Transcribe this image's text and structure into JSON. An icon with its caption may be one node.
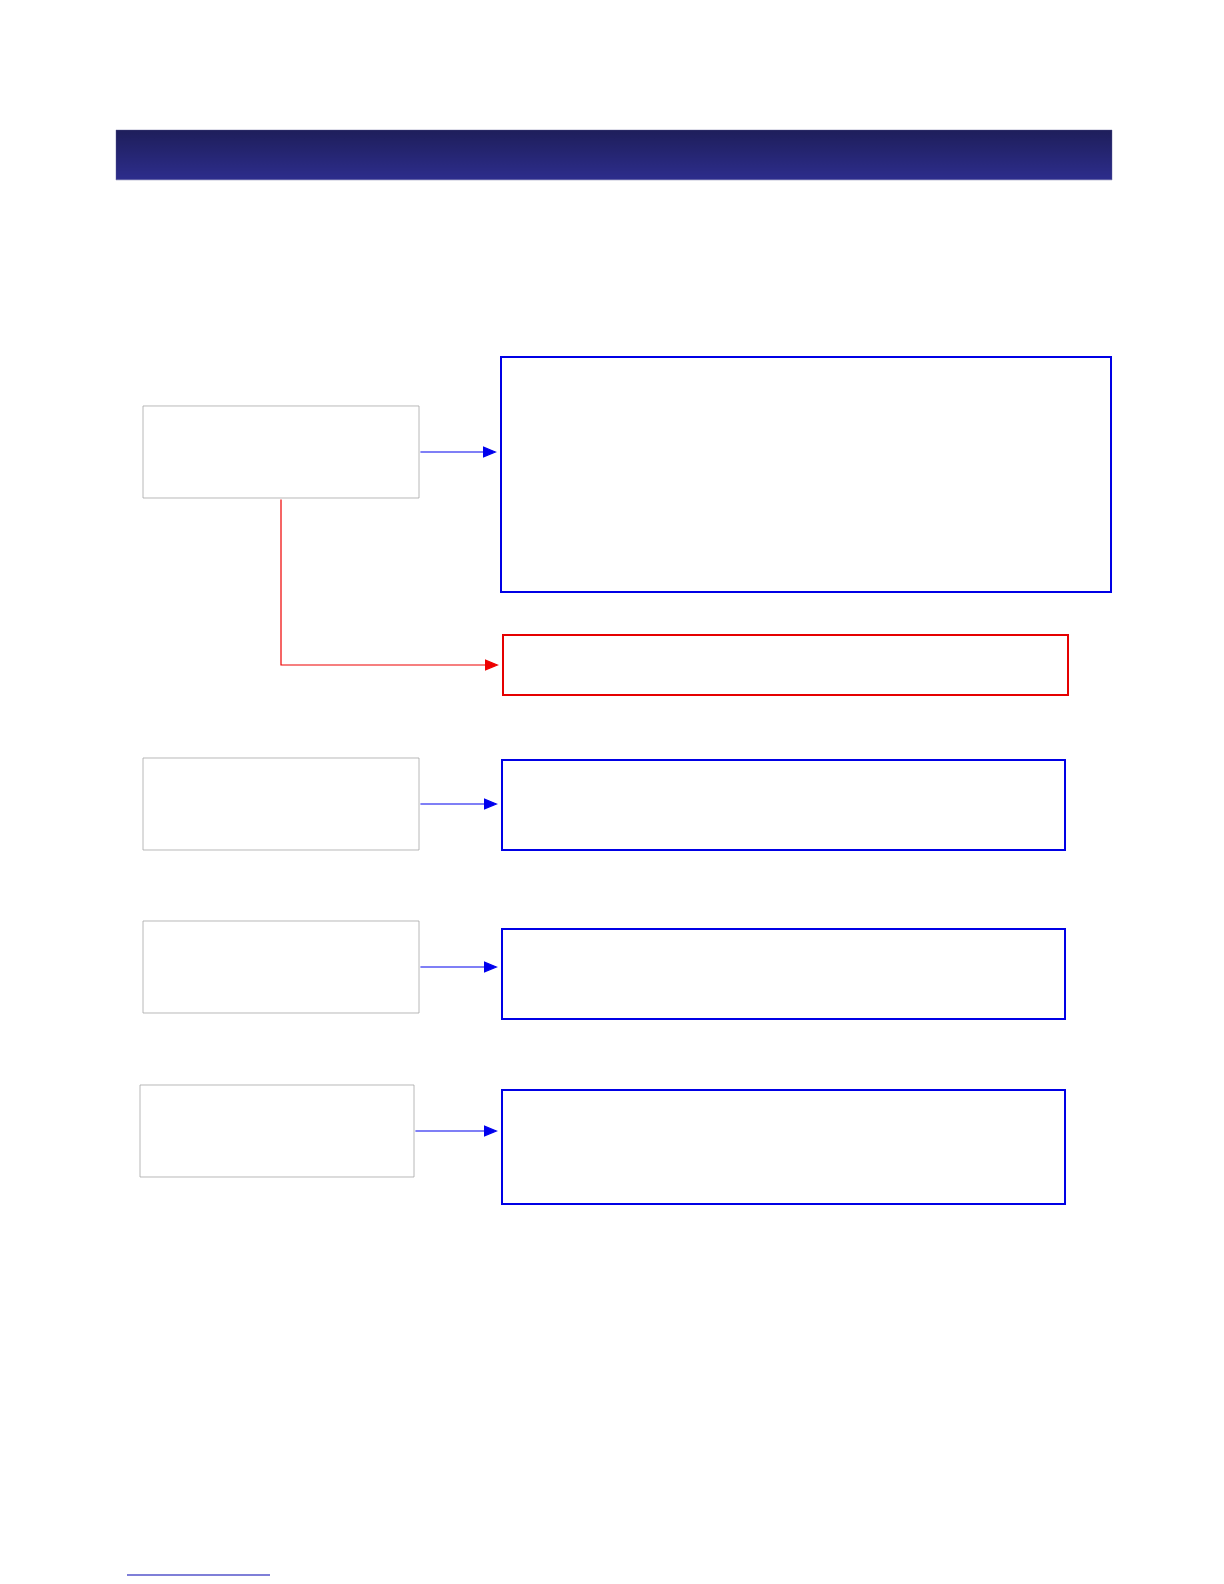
{
  "diagram": {
    "nodes": [
      {
        "text": [],
        "shape": "box"
      },
      {
        "text": [],
        "shape": "box"
      },
      {
        "text": [],
        "shape": "box"
      },
      {
        "text": [],
        "shape": "box"
      },
      {
        "text": [],
        "shape": "box"
      },
      {
        "text": [],
        "shape": "box"
      },
      {
        "text": [],
        "shape": "box"
      },
      {
        "text": [],
        "shape": "box"
      },
      {
        "text": [],
        "shape": "box"
      }
    ],
    "edges": [
      {
        "from": 0,
        "to": 1,
        "arrow": "to"
      },
      {
        "from": 0,
        "to": 2,
        "arrow": "to",
        "color": "#ee0000"
      },
      {
        "from": 3,
        "to": 4,
        "arrow": "to"
      },
      {
        "from": 5,
        "to": 6,
        "arrow": "to"
      },
      {
        "from": 7,
        "to": 8,
        "arrow": "to"
      }
    ]
  }
}
